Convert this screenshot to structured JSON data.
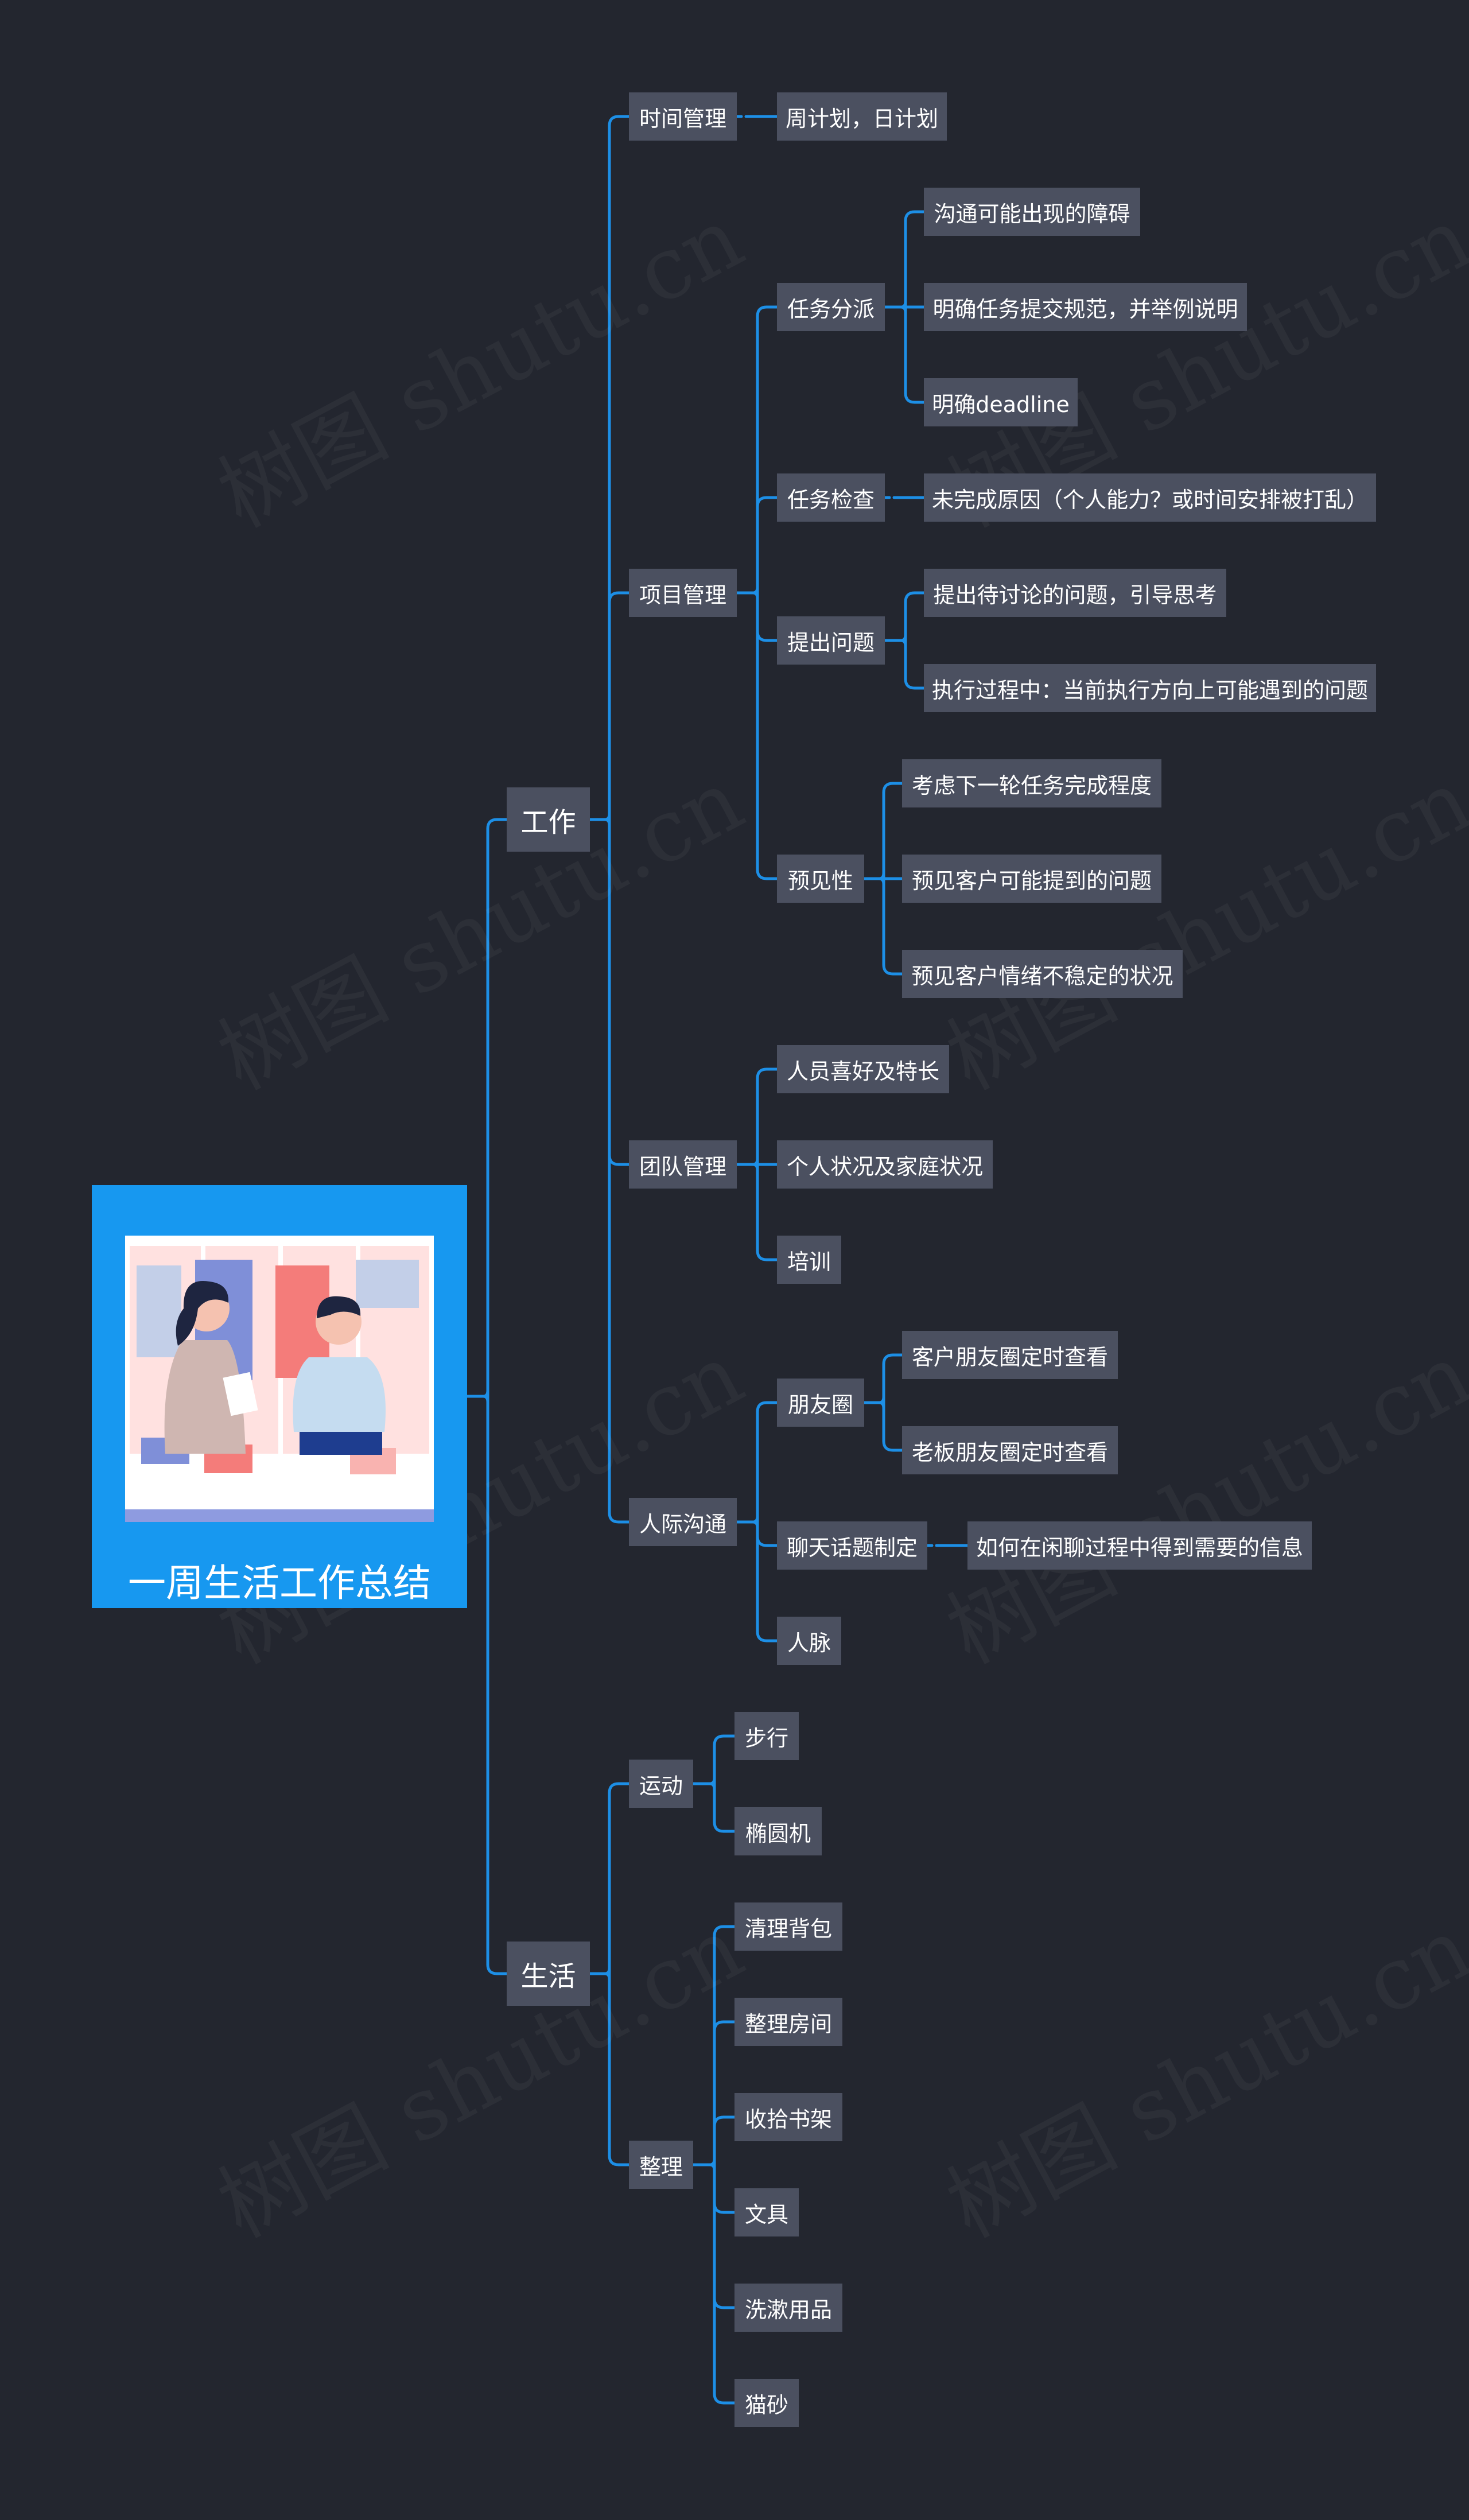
{
  "root": {
    "title": "一周生活工作总结"
  },
  "branches": {
    "work": {
      "label": "工作",
      "time": {
        "label": "时间管理",
        "items": [
          "周计划，日计划"
        ]
      },
      "project": {
        "label": "项目管理",
        "assign": {
          "label": "任务分派",
          "items": [
            "沟通可能出现的障碍",
            "明确任务提交规范，并举例说明",
            "明确deadline"
          ]
        },
        "check": {
          "label": "任务检查",
          "items": [
            "未完成原因（个人能力？或时间安排被打乱）"
          ]
        },
        "raise": {
          "label": "提出问题",
          "items": [
            "提出待讨论的问题，引导思考",
            "执行过程中：当前执行方向上可能遇到的问题"
          ]
        },
        "foresee": {
          "label": "预见性",
          "items": [
            "考虑下一轮任务完成程度",
            "预见客户可能提到的问题",
            "预见客户情绪不稳定的状况"
          ]
        }
      },
      "team": {
        "label": "团队管理",
        "items": [
          "人员喜好及特长",
          "个人状况及家庭状况",
          "培训"
        ]
      },
      "comm": {
        "label": "人际沟通",
        "moments": {
          "label": "朋友圈",
          "items": [
            "客户朋友圈定时查看",
            "老板朋友圈定时查看"
          ]
        },
        "topic": {
          "label": "聊天话题制定",
          "items": [
            "如何在闲聊过程中得到需要的信息"
          ]
        },
        "network": {
          "label": "人脉"
        }
      }
    },
    "life": {
      "label": "生活",
      "sport": {
        "label": "运动",
        "items": [
          "步行",
          "椭圆机"
        ]
      },
      "tidy": {
        "label": "整理",
        "items": [
          "清理背包",
          "整理房间",
          "收拾书架",
          "文具",
          "洗漱用品",
          "猫砂"
        ]
      }
    }
  },
  "colors": {
    "background": "#23262f",
    "node": "#4b5060",
    "connector": "#1d8fe6",
    "root": "#1798f0"
  }
}
